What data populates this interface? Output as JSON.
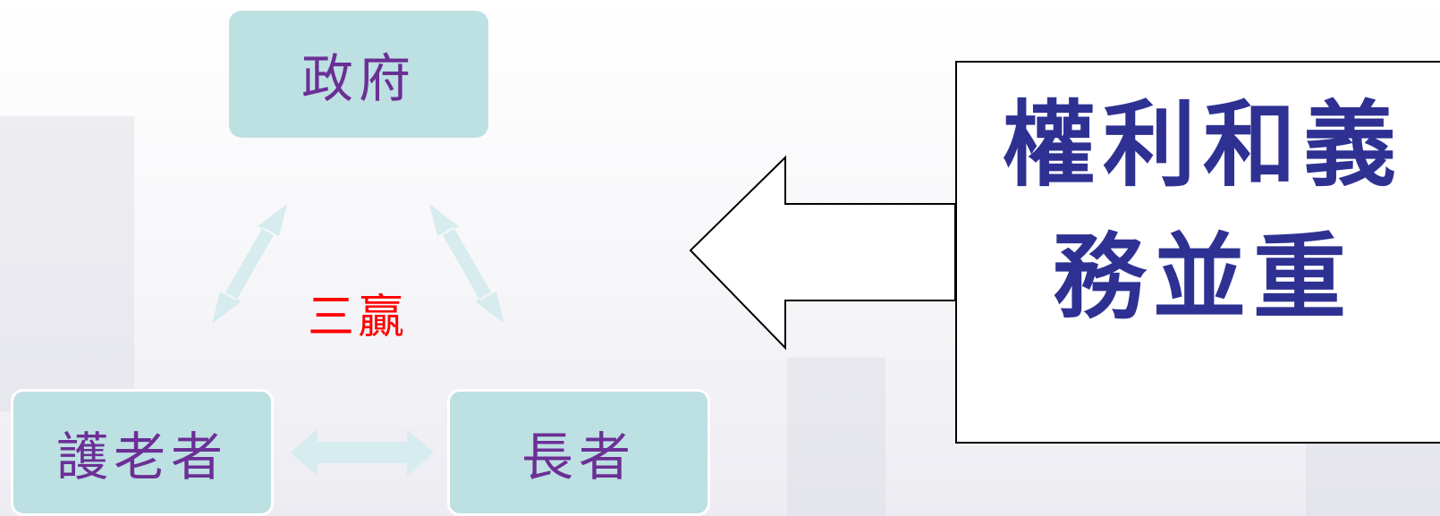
{
  "nodes": {
    "government": "政府",
    "carer": "護老者",
    "elder": "長者"
  },
  "center_label": "三贏",
  "callout": {
    "line1": "權利和義",
    "line2": "務並重"
  },
  "colors": {
    "node_fill": "#bde0e2",
    "node_text": "#6b2f95",
    "center_text": "#ff0000",
    "callout_text": "#2e3192",
    "connector_fill": "#d6ecee"
  }
}
